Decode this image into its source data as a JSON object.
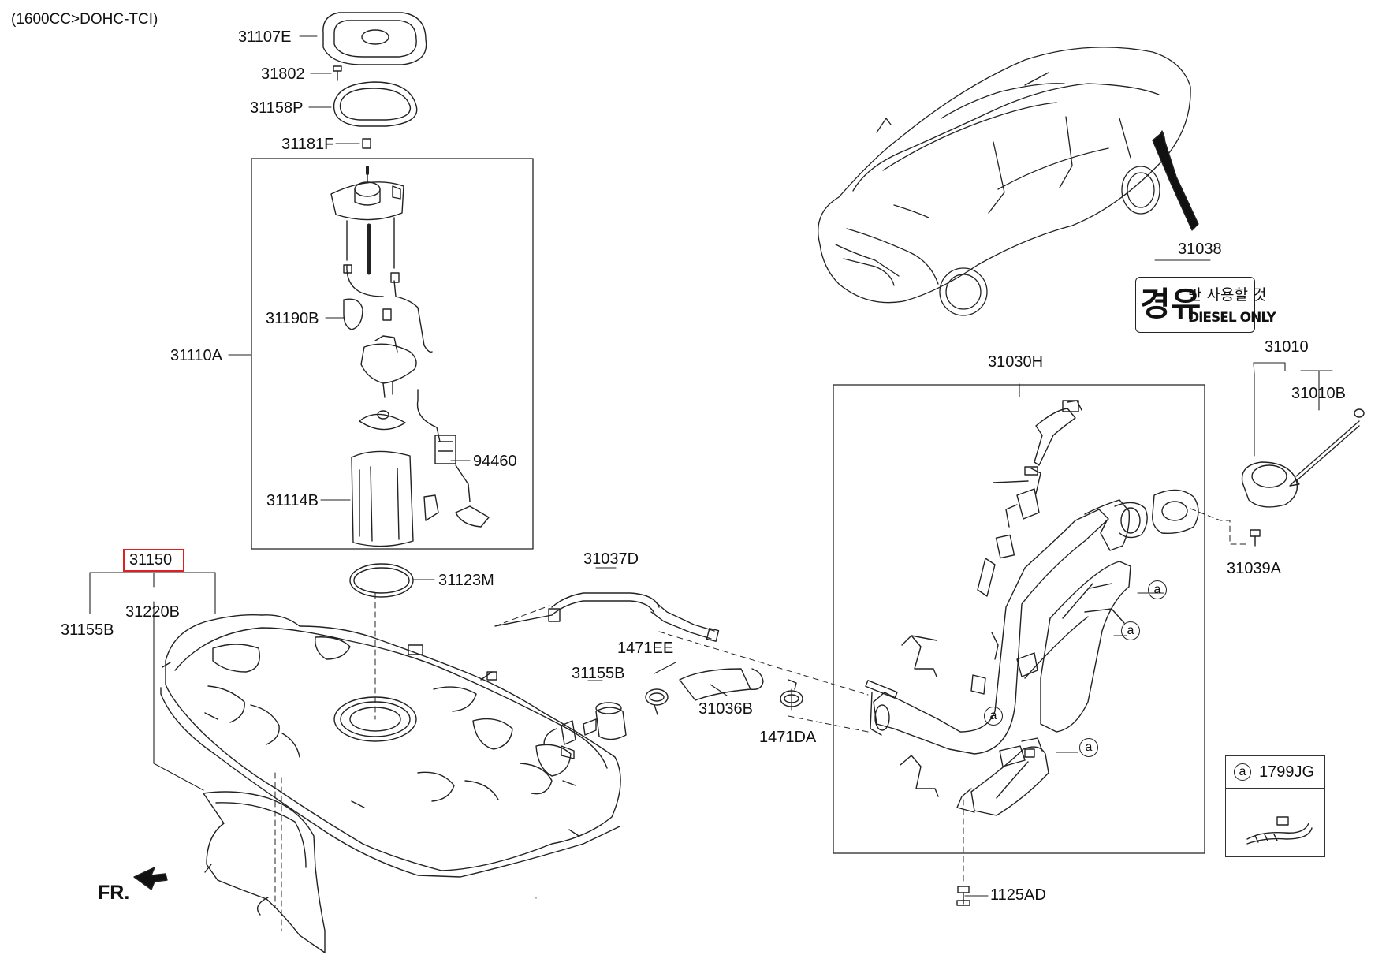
{
  "header": {
    "engine_spec": "(1600CC>DOHC-TCI)"
  },
  "highlighted_part": "31150",
  "part_numbers": {
    "p31107E": "31107E",
    "p31802": "31802",
    "p31158P": "31158P",
    "p31181F": "31181F",
    "p31190B": "31190B",
    "p31110A": "31110A",
    "p94460": "94460",
    "p31114B": "31114B",
    "p31150": "31150",
    "p31123M": "31123M",
    "p31155B_left": "31155B",
    "p31220B": "31220B",
    "p31037D": "31037D",
    "p1471EE": "1471EE",
    "p31155B_mid": "31155B",
    "p31036B": "31036B",
    "p1471DA": "1471DA",
    "p31030H": "31030H",
    "p31038": "31038",
    "p31010": "31010",
    "p31010B": "31010B",
    "p31039A": "31039A",
    "p1125AD": "1125AD",
    "p1799JG": "1799JG"
  },
  "callout_marker": "a",
  "sticker": {
    "big": "경유",
    "top": "만 사용할 것",
    "bottom": "DIESEL ONLY"
  },
  "front_indicator": "FR.",
  "colors": {
    "highlight": "#e02020",
    "line": "#222222"
  }
}
